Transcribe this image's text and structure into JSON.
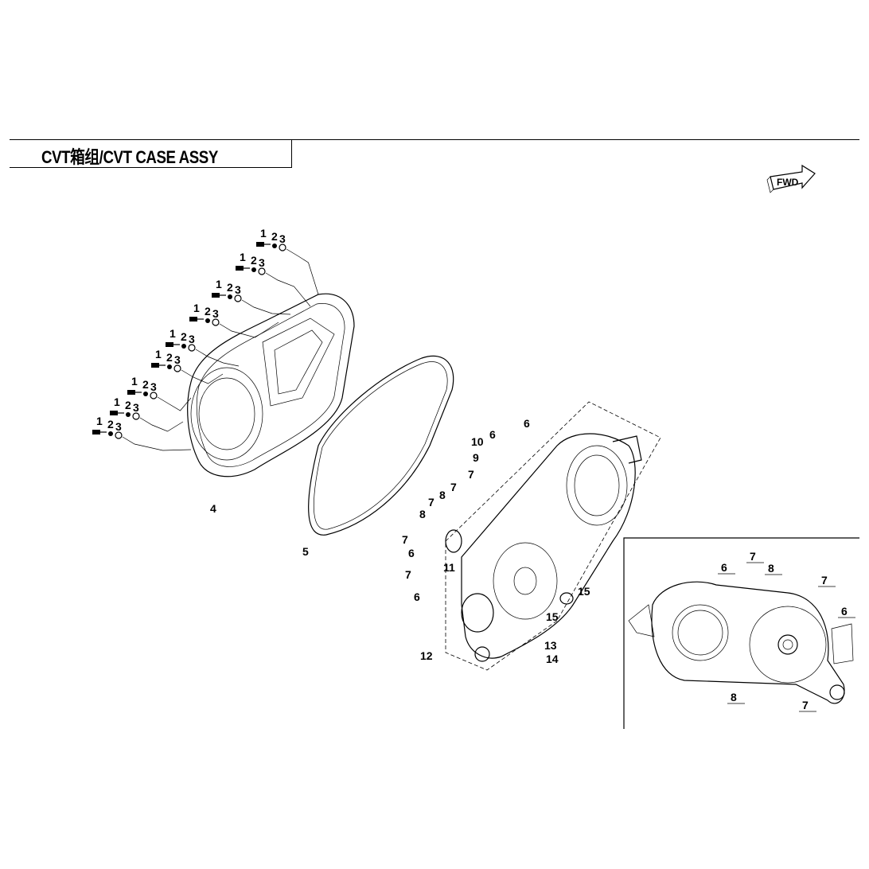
{
  "title": "CVT箱组/CVT CASE ASSY",
  "fwd_label": "FWD",
  "bolt_group_labels": [
    "1",
    "2",
    "3"
  ],
  "bolt_group_count": 9,
  "callouts": [
    "4",
    "5",
    "6",
    "6",
    "10",
    "9",
    "7",
    "7",
    "8",
    "7",
    "8",
    "7",
    "6",
    "11",
    "7",
    "6",
    "15",
    "15",
    "12",
    "13",
    "14"
  ],
  "inset_callouts": [
    "6",
    "7",
    "8",
    "7",
    "6",
    "8",
    "7"
  ]
}
